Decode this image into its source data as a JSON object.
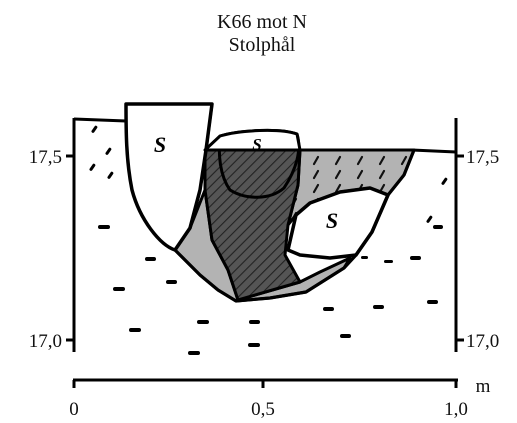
{
  "title": {
    "line1": "K66 mot N",
    "line2": "Stolphål"
  },
  "left_axis": {
    "labels": [
      "17,5",
      "17,0"
    ]
  },
  "right_axis": {
    "labels": [
      "17,5",
      "17,0"
    ]
  },
  "bottom_axis": {
    "unit": "m",
    "labels": [
      "0",
      "0,5",
      "1,0"
    ]
  },
  "layer_marks": [
    "S",
    "S",
    "S"
  ],
  "fills": {
    "dark": "#555555",
    "grey": "#b3b3b3",
    "line": "#000000"
  }
}
